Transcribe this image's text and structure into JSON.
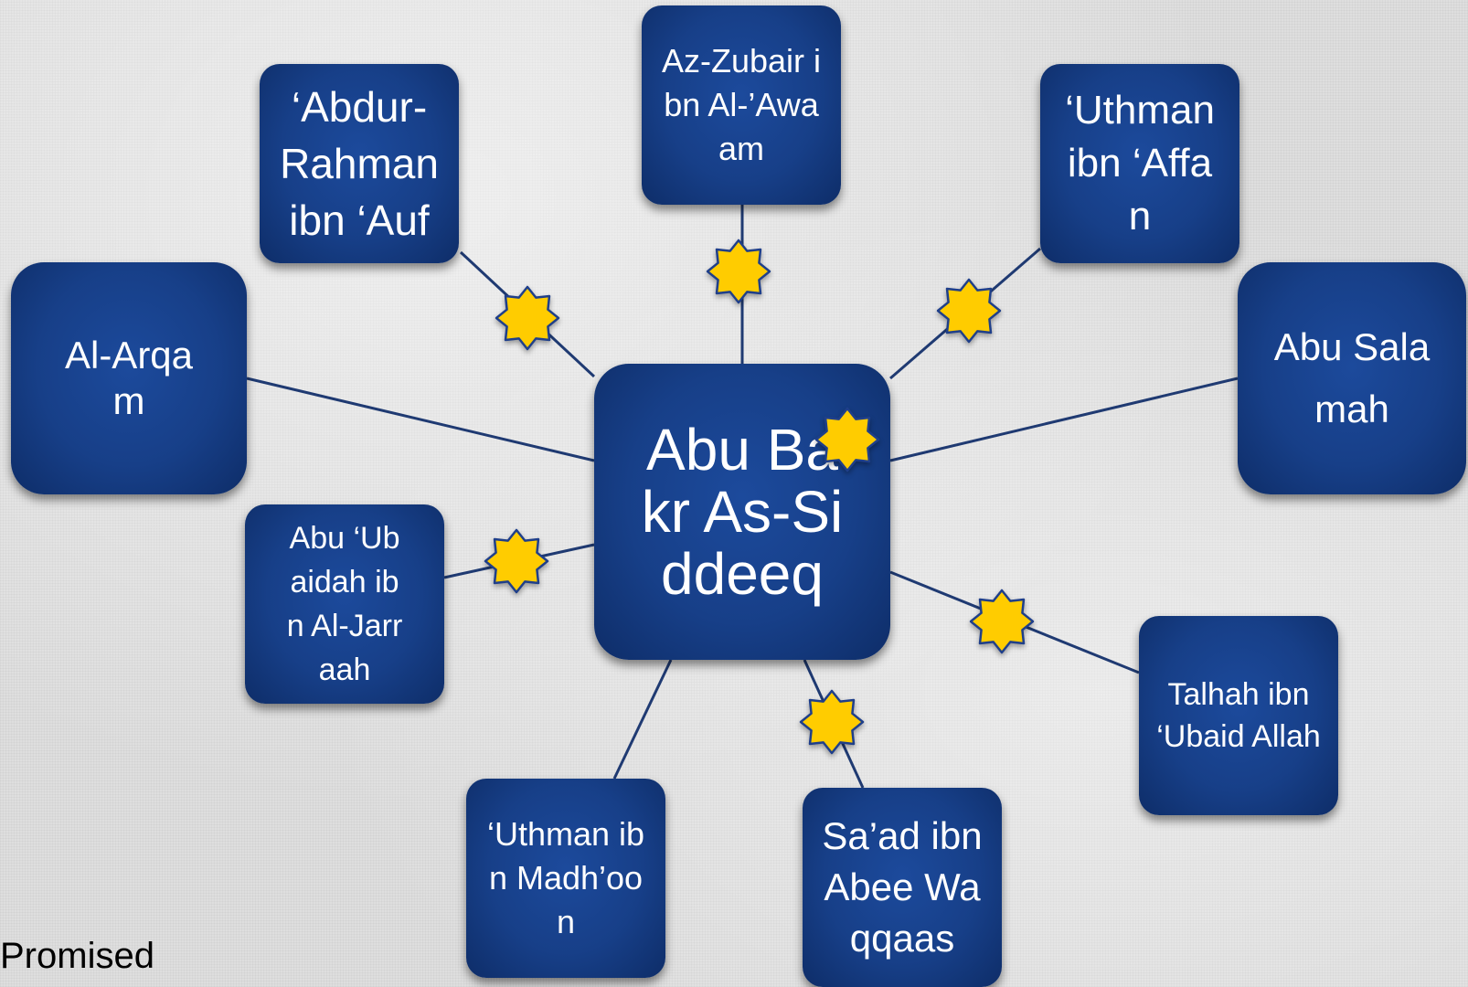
{
  "diagram": {
    "center": {
      "label": "Abu Bakr As-Siddeeq"
    },
    "nodes": [
      {
        "id": "abdur",
        "label": "‘Abdur-Rahman ibn ‘Auf",
        "starred": true
      },
      {
        "id": "zubair",
        "label": "Az-Zubair ibn Al-’Awaam",
        "starred": true
      },
      {
        "id": "uthman-affan",
        "label": "‘Uthman ibn ‘Affan",
        "starred": true
      },
      {
        "id": "arqam",
        "label": "Al-Arqam",
        "starred": false
      },
      {
        "id": "salamah",
        "label": "Abu Salamah",
        "starred": false
      },
      {
        "id": "ubaidah",
        "label": "Abu ‘Ubaidah ibn Al-Jarraah",
        "starred": true
      },
      {
        "id": "talhah",
        "label": "Talhah ibn ‘Ubaid Allah",
        "starred": true
      },
      {
        "id": "uthman-madhoon",
        "label": "‘Uthman ibn Madh’oon",
        "starred": false
      },
      {
        "id": "saad",
        "label": "Sa’ad ibn Abee Waqqaas",
        "starred": true
      }
    ],
    "star_color": "#FFCC00",
    "node_color": "#173F88",
    "line_color": "#1F3A72"
  },
  "caption": "Promised"
}
